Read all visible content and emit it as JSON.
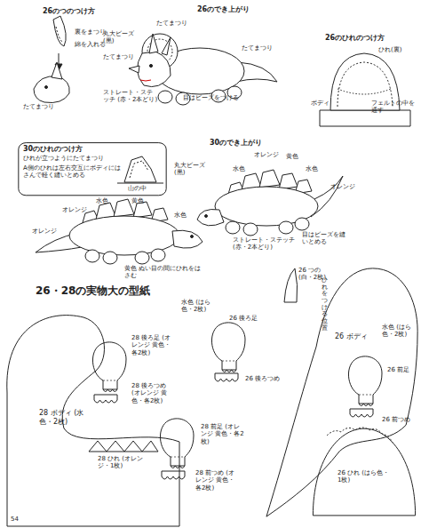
{
  "diagram": {
    "title": "26・28の実物大の型紙",
    "nodes": [
      {
        "text": [
          "30のひれのつけ方",
          "ひれが立つようにたてまつり",
          "A側のひれは左右交互にボディにはさんで軽く縫いとめる",
          "山の中"
        ]
      },
      {
        "text": [
          "26 ボディ"
        ]
      },
      {
        "text": [
          "28 ボディ (水色・2枚)"
        ]
      },
      {
        "text": [
          "26 ひれ (はら色・1枚)"
        ]
      }
    ],
    "labels": [
      "26のつのつけ方",
      "裏をまつり",
      "綿を入れる",
      "たてまつり",
      "26のでき上がり",
      "たてまつり",
      "丸大ビーズ (黒)",
      "たてまつり",
      "たてまつり",
      "ストレート・ステッチ (赤・2本どり)",
      "目はビーズをつける",
      "26のひれのつけ方",
      "ひれ(裏)",
      "ボディ",
      "フェルトの中を通す",
      "30のでき上がり",
      "丸大ビーズ (黒)",
      "水色",
      "オレンジ",
      "黄色",
      "水色",
      "オレンジ",
      "ストレート・ステッチ (赤・2本どり)",
      "目はビーズを縫いとめる",
      "オレンジ",
      "水色",
      "黄色",
      "水色",
      "オレンジ",
      "黄色 ぬい目の間にひれをはさむ",
      "26 つの (白・2枚)",
      "ひれをつける位置",
      "水色 (はら色・2枚)",
      "26 後ろ足",
      "28 後ろ足 (オレンジ 黄色・各2枚)",
      "26 後ろつめ",
      "28 後ろつめ (オレンジ 黄色・各2枚)",
      "28 ひれ (オレンジ・1枚)",
      "28 前足 (オレンジ 黄色・各2枚)",
      "28 前つめ (オレンジ 黄色・各2枚)",
      "水色 (はら色・2枚)",
      "26 前足",
      "26 前つめ",
      "54"
    ]
  }
}
